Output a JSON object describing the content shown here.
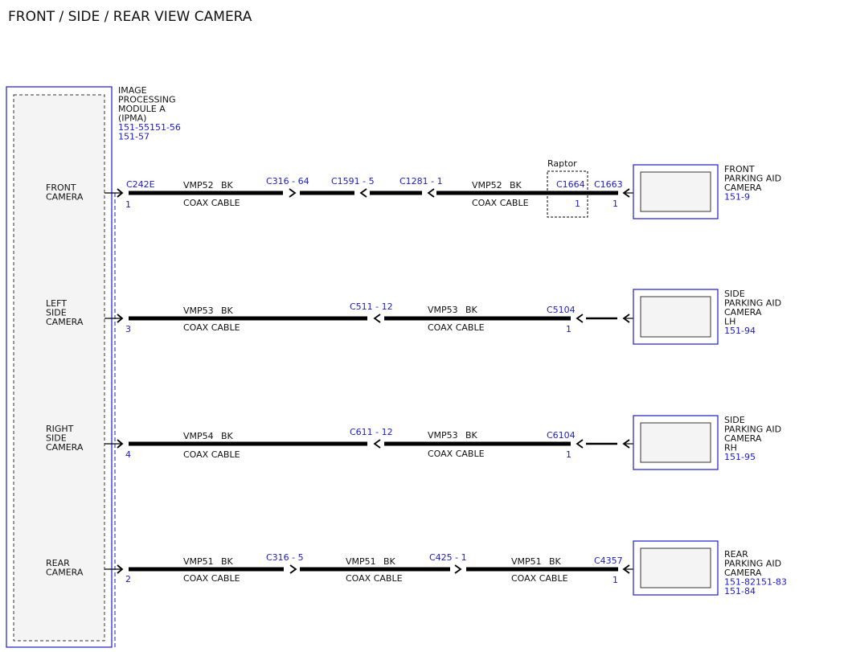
{
  "title": "FRONT / SIDE / REAR VIEW CAMERA",
  "module": {
    "lines": [
      "IMAGE",
      "PROCESSING",
      "MODULE A",
      "(IPMA)"
    ],
    "refs": [
      "151-55151-56",
      "151-57"
    ]
  },
  "inputs": [
    {
      "lines": [
        "FRONT",
        "CAMERA"
      ]
    },
    {
      "lines": [
        "LEFT",
        "SIDE",
        "CAMERA"
      ]
    },
    {
      "lines": [
        "RIGHT",
        "SIDE",
        "CAMERA"
      ]
    },
    {
      "lines": [
        "REAR",
        "CAMERA"
      ]
    }
  ],
  "circuits": [
    {
      "module_connector": "C242E",
      "module_pin": "1",
      "segments": [
        {
          "circuit": "VMP52",
          "color": "BK",
          "type": "COAX CABLE"
        },
        {
          "circuit": "VMP52",
          "color": "BK",
          "type": "COAX CABLE"
        }
      ],
      "inline": [
        "C316 - 64",
        "C1591 - 5",
        "C1281 - 1"
      ],
      "option": "Raptor",
      "option_connector": "C1664",
      "option_pin": "1",
      "end_connector": "C1663",
      "end_pin": "1",
      "device": {
        "lines": [
          "FRONT",
          "PARKING AID",
          "CAMERA"
        ],
        "refs": [
          "151-9"
        ]
      }
    },
    {
      "module_connector": "",
      "module_pin": "3",
      "segments": [
        {
          "circuit": "VMP53",
          "color": "BK",
          "type": "COAX CABLE"
        },
        {
          "circuit": "VMP53",
          "color": "BK",
          "type": "COAX CABLE"
        }
      ],
      "inline": [
        "C511 - 12"
      ],
      "end_connector": "C5104",
      "end_pin": "1",
      "device": {
        "lines": [
          "SIDE",
          "PARKING AID",
          "CAMERA",
          "LH"
        ],
        "refs": [
          "151-94"
        ]
      }
    },
    {
      "module_connector": "",
      "module_pin": "4",
      "segments": [
        {
          "circuit": "VMP54",
          "color": "BK",
          "type": "COAX CABLE"
        },
        {
          "circuit": "VMP53",
          "color": "BK",
          "type": "COAX CABLE"
        }
      ],
      "inline": [
        "C611 - 12"
      ],
      "end_connector": "C6104",
      "end_pin": "1",
      "device": {
        "lines": [
          "SIDE",
          "PARKING AID",
          "CAMERA",
          "RH"
        ],
        "refs": [
          "151-95"
        ]
      }
    },
    {
      "module_connector": "",
      "module_pin": "2",
      "segments": [
        {
          "circuit": "VMP51",
          "color": "BK",
          "type": "COAX CABLE"
        },
        {
          "circuit": "VMP51",
          "color": "BK",
          "type": "COAX CABLE"
        },
        {
          "circuit": "VMP51",
          "color": "BK",
          "type": "COAX CABLE"
        }
      ],
      "inline": [
        "C316 - 5",
        "C425 - 1"
      ],
      "end_connector": "C4357",
      "end_pin": "1",
      "device": {
        "lines": [
          "REAR",
          "PARKING AID",
          "CAMERA"
        ],
        "refs": [
          "151-82151-83",
          "151-84"
        ]
      }
    }
  ],
  "colors": {
    "ref_blue": "#1a1acc",
    "line": "#000000",
    "module_fill": "#f4f4f4"
  }
}
